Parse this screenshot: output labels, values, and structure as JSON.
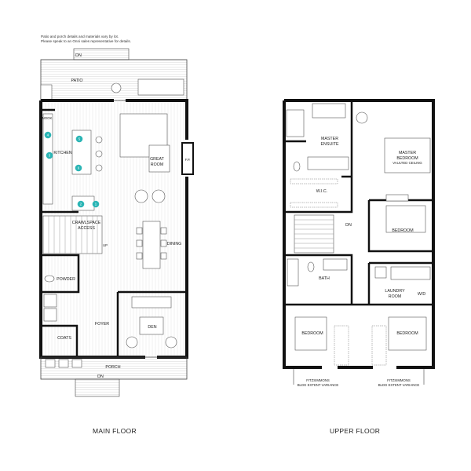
{
  "note": {
    "line1": "Patio and porch details and materials vary by lot.",
    "line2": "Please speak to an Onni sales representative for details."
  },
  "main_floor": {
    "caption": "MAIN FLOOR",
    "rooms": {
      "dn_top": "DN",
      "patio": "PATIO",
      "nook": "NOOK",
      "kitchen": "KITCHEN",
      "great_room_1": "GREAT",
      "great_room_2": "ROOM",
      "fp": "F.P.",
      "crawlspace_1": "CRAWLSPACE",
      "crawlspace_2": "ACCESS",
      "up": "UP",
      "dining": "DINING",
      "powder": "POWDER",
      "foyer": "FOYER",
      "den": "DEN",
      "coats": "COATS",
      "porch": "PORCH",
      "dn_bottom": "DN"
    },
    "appliance_markers": [
      "1",
      "2",
      "3",
      "4",
      "5",
      "6"
    ],
    "marker_color": "#2bb5b5"
  },
  "upper_floor": {
    "caption": "UPPER FLOOR",
    "rooms": {
      "master_ensuite_1": "MASTER",
      "master_ensuite_2": "ENSUITE",
      "master_bedroom_1": "MASTER",
      "master_bedroom_2": "BEDROOM",
      "master_bedroom_3": "VAULTED CEILING",
      "wic": "W.I.C.",
      "dn": "DN",
      "bedroom_right": "BEDROOM",
      "bath": "BATH",
      "laundry_1": "LAUNDRY",
      "laundry_2": "ROOM",
      "wd": "W/D",
      "bedroom_left": "BEDROOM",
      "bedroom_lower_right": "BEDROOM"
    },
    "variance_left_1": "FITZSIMMONS",
    "variance_left_2": "BLDG EXTENT VARIANCE",
    "variance_right_1": "FITZSIMMONS",
    "variance_right_2": "BLDG EXTENT VARIANCE"
  }
}
